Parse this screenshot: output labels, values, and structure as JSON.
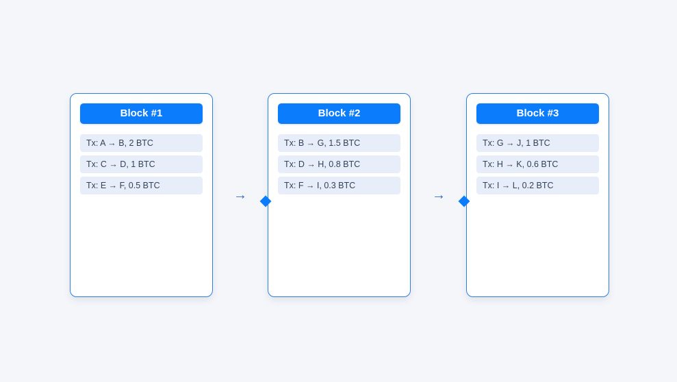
{
  "diagram": {
    "type": "blockchain-block-sequence",
    "background": "#f5f6fa"
  },
  "colors": {
    "header_blue": "#0b7cfb",
    "card_border_blue": "#2e7fdc",
    "row_background": "#e7eefa",
    "row_text": "#33415c",
    "flow_arrow_blue": "#2e6bc4",
    "arrowhead_blue": "#0b7cfb"
  },
  "blocks": [
    {
      "title": "Block #1",
      "transactions": [
        "Tx: A → B, 2 BTC",
        "Tx: C → D, 1 BTC",
        "Tx: E → F, 0.5 BTC"
      ]
    },
    {
      "title": "Block #2",
      "transactions": [
        "Tx: B → G, 1.5 BTC",
        "Tx: D → H, 0.8 BTC",
        "Tx: F → I, 0.3 BTC"
      ]
    },
    {
      "title": "Block #3",
      "transactions": [
        "Tx: G → J, 1 BTC",
        "Tx: H → K, 0.6 BTC",
        "Tx: I → L, 0.2 BTC"
      ]
    }
  ],
  "connector": {
    "glyph": "→"
  }
}
